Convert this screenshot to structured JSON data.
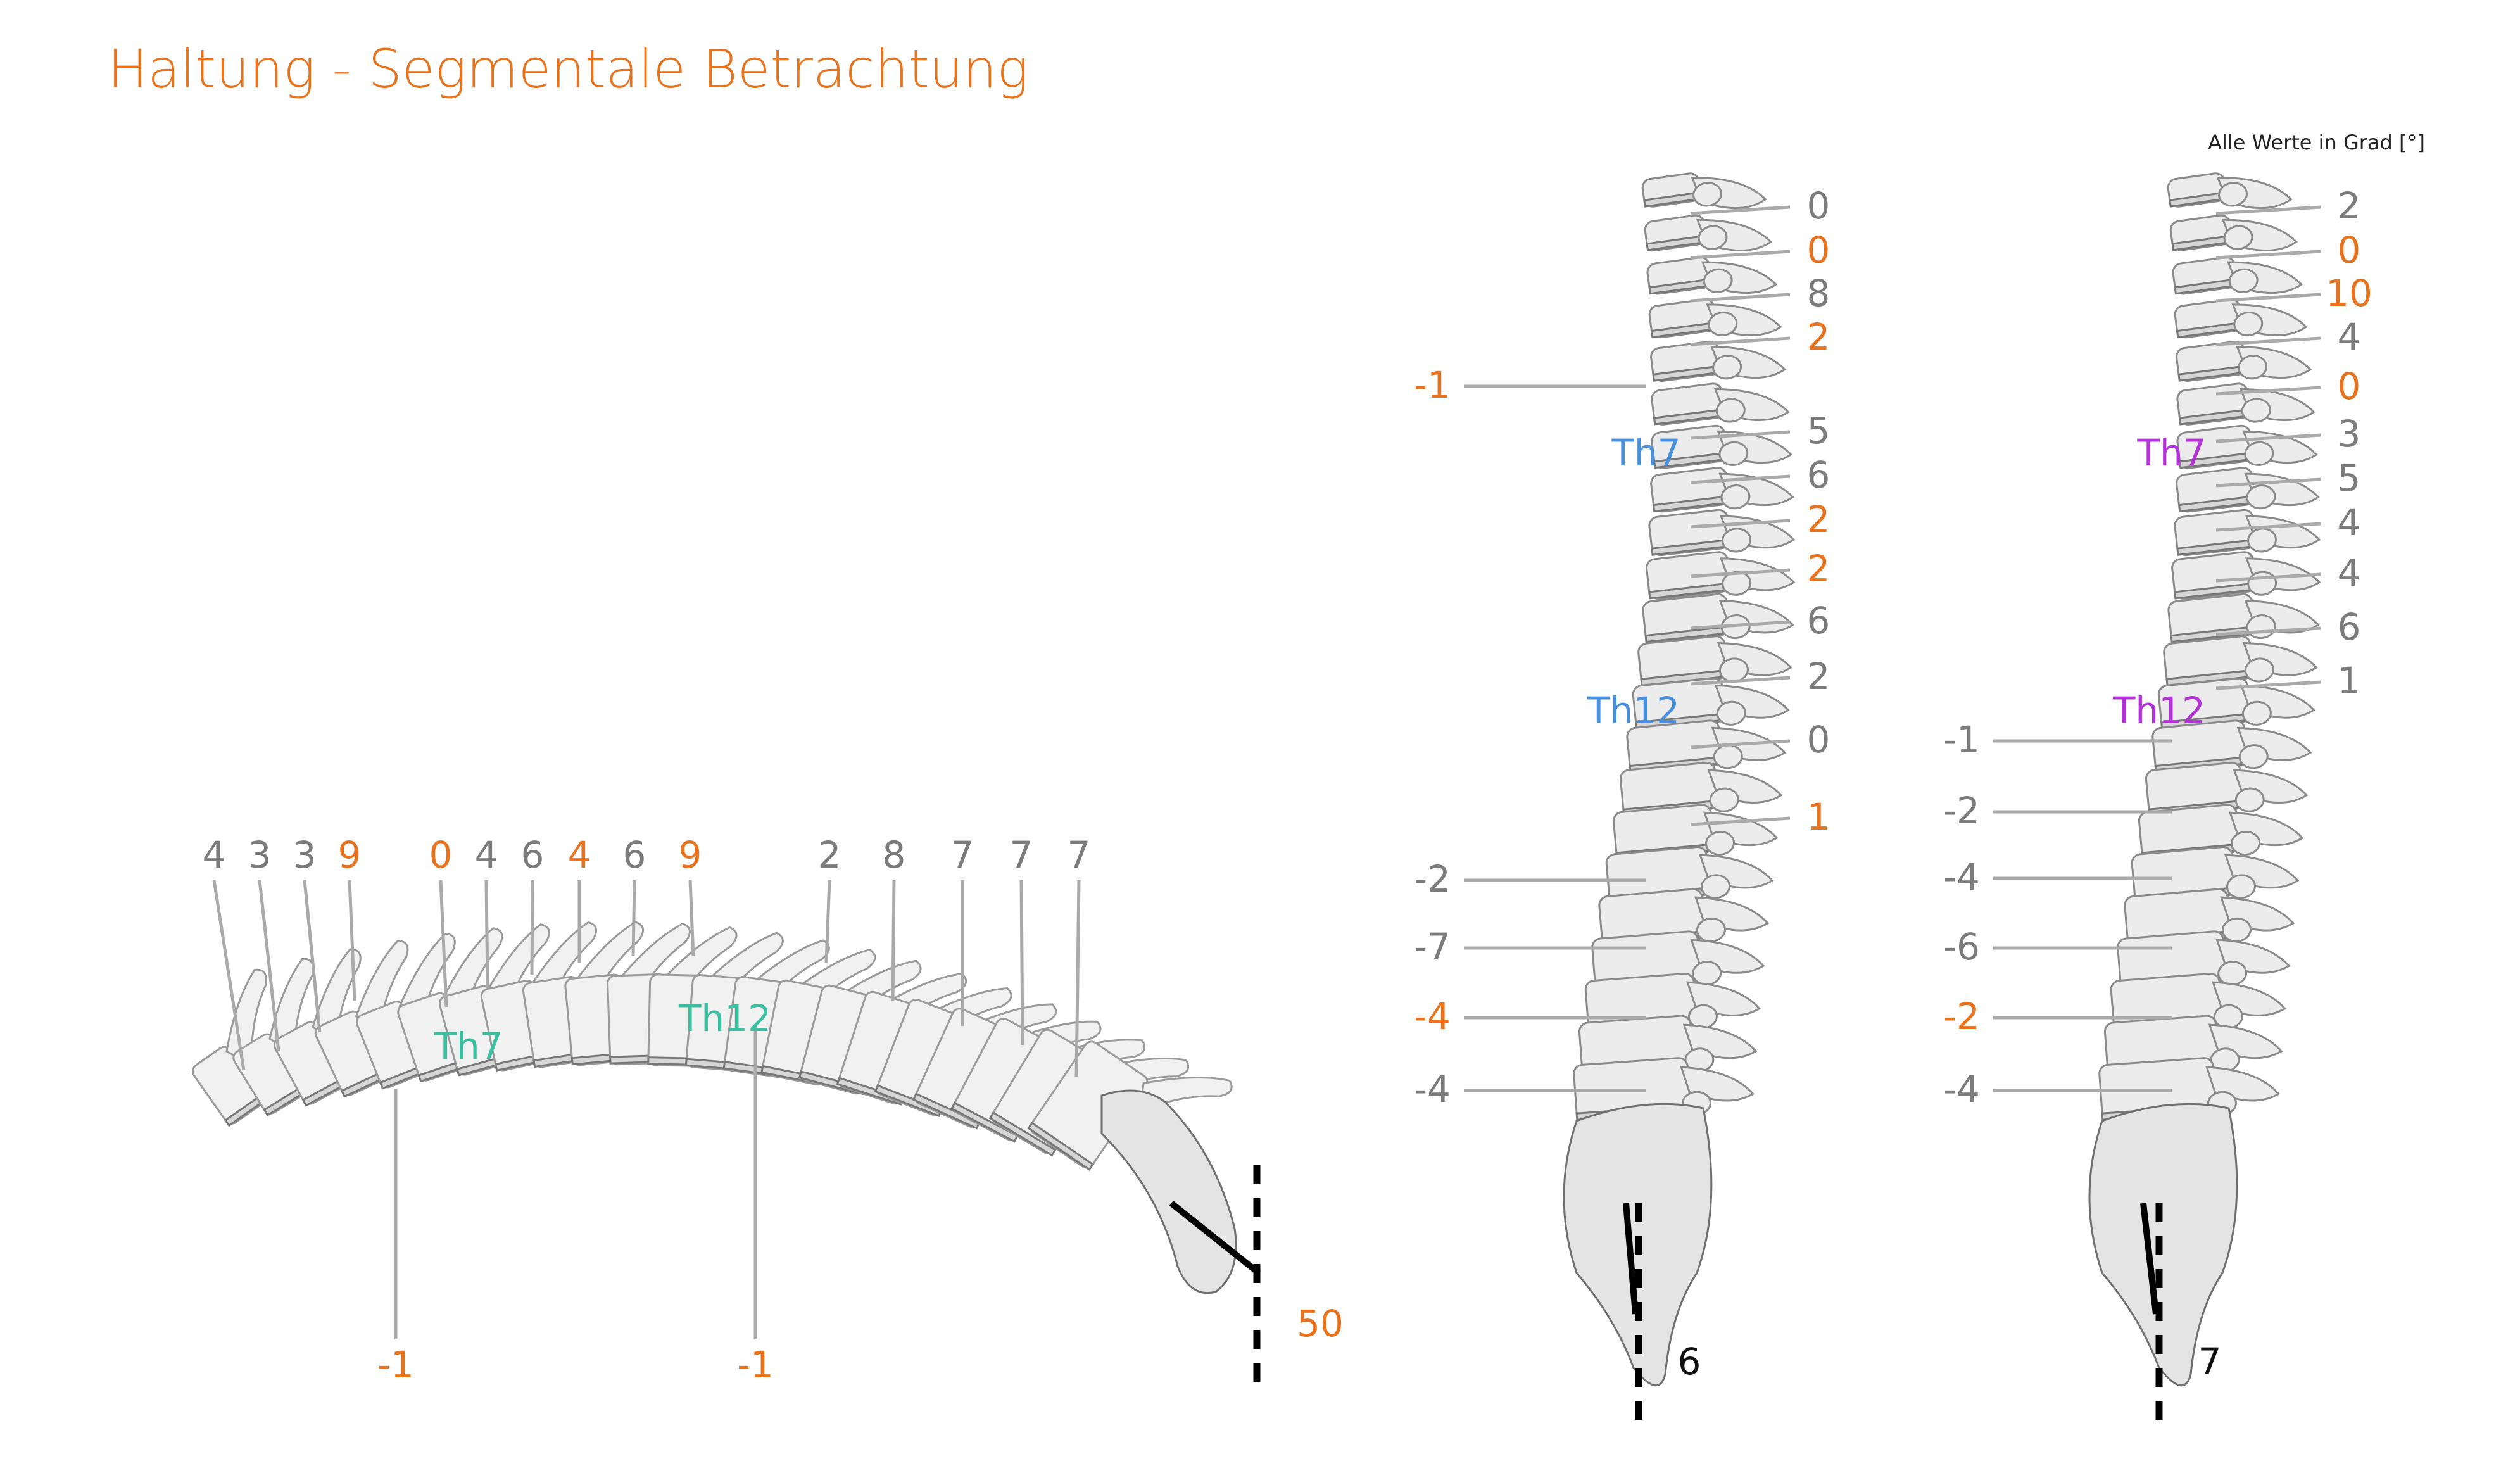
{
  "title": "Haltung - Segmentale Betrachtung",
  "note": "Alle Werte in Grad [°]",
  "colors": {
    "orange": "#e8731f",
    "gray": "#7b7b7b",
    "teal": "#3cbfa0",
    "blue": "#4a8fdc",
    "purple": "#b233d6"
  },
  "side_view": {
    "top_values": [
      {
        "v": "4",
        "c": "gray"
      },
      {
        "v": "3",
        "c": "gray"
      },
      {
        "v": "3",
        "c": "gray"
      },
      {
        "v": "9",
        "c": "orange"
      },
      {
        "v": "0",
        "c": "orange"
      },
      {
        "v": "4",
        "c": "gray"
      },
      {
        "v": "6",
        "c": "gray"
      },
      {
        "v": "4",
        "c": "orange"
      },
      {
        "v": "6",
        "c": "gray"
      },
      {
        "v": "9",
        "c": "orange"
      },
      {
        "v": "2",
        "c": "gray"
      },
      {
        "v": "8",
        "c": "gray"
      },
      {
        "v": "7",
        "c": "gray"
      },
      {
        "v": "7",
        "c": "gray"
      },
      {
        "v": "7",
        "c": "gray"
      }
    ],
    "bottom_values": [
      {
        "v": "-1",
        "c": "orange"
      },
      {
        "v": "-1",
        "c": "orange"
      }
    ],
    "level_labels": [
      "Th7",
      "Th12"
    ],
    "pelvis_angle": "50"
  },
  "front_view_1": {
    "right_values": [
      {
        "v": "0",
        "c": "gray"
      },
      {
        "v": "0",
        "c": "orange"
      },
      {
        "v": "8",
        "c": "gray"
      },
      {
        "v": "2",
        "c": "orange"
      },
      {
        "v": "5",
        "c": "gray"
      },
      {
        "v": "6",
        "c": "gray"
      },
      {
        "v": "2",
        "c": "orange"
      },
      {
        "v": "2",
        "c": "orange"
      },
      {
        "v": "6",
        "c": "gray"
      },
      {
        "v": "2",
        "c": "gray"
      },
      {
        "v": "0",
        "c": "gray"
      },
      {
        "v": "1",
        "c": "orange"
      }
    ],
    "left_values": [
      {
        "v": "-1",
        "c": "orange"
      },
      {
        "v": "-2",
        "c": "gray"
      },
      {
        "v": "-7",
        "c": "gray"
      },
      {
        "v": "-4",
        "c": "orange"
      },
      {
        "v": "-4",
        "c": "gray"
      }
    ],
    "level_labels": [
      "Th7",
      "Th12"
    ],
    "pelvis_angle": "6",
    "dash_tick": "-"
  },
  "front_view_2": {
    "right_values": [
      {
        "v": "2",
        "c": "gray"
      },
      {
        "v": "0",
        "c": "orange"
      },
      {
        "v": "10",
        "c": "orange"
      },
      {
        "v": "4",
        "c": "gray"
      },
      {
        "v": "0",
        "c": "orange"
      },
      {
        "v": "3",
        "c": "gray"
      },
      {
        "v": "5",
        "c": "gray"
      },
      {
        "v": "4",
        "c": "gray"
      },
      {
        "v": "4",
        "c": "gray"
      },
      {
        "v": "6",
        "c": "gray"
      },
      {
        "v": "1",
        "c": "gray"
      }
    ],
    "left_values": [
      {
        "v": "-1",
        "c": "gray"
      },
      {
        "v": "-2",
        "c": "gray"
      },
      {
        "v": "-4",
        "c": "gray"
      },
      {
        "v": "-6",
        "c": "gray"
      },
      {
        "v": "-2",
        "c": "orange"
      },
      {
        "v": "-4",
        "c": "gray"
      }
    ],
    "level_labels": [
      "Th7",
      "Th12"
    ],
    "pelvis_angle": "7",
    "dash_tick": "-"
  }
}
